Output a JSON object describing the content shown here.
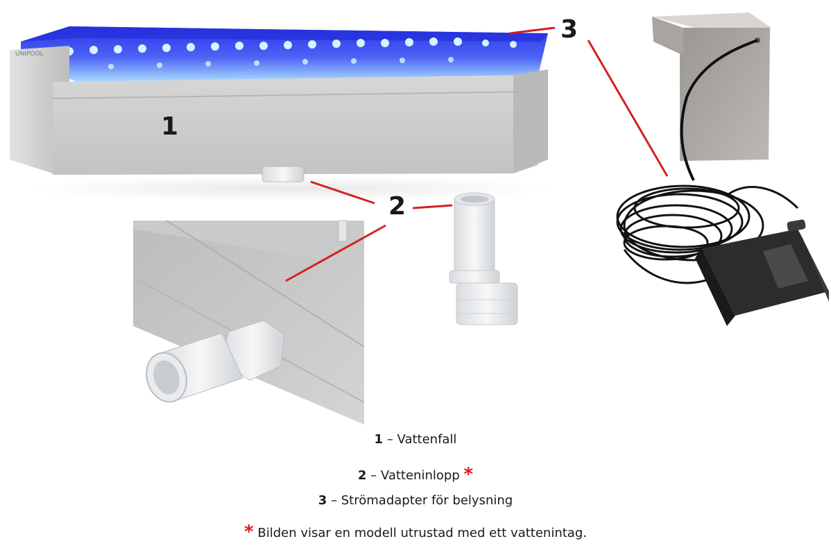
{
  "callouts": {
    "one": "1",
    "two": "2",
    "three": "3"
  },
  "brand_mark": "UNIPOOL",
  "legend": [
    {
      "num": "1",
      "text": " – Vattenfall"
    },
    {
      "num": "2",
      "text": " – Vatteninlopp",
      "mark": "*"
    },
    {
      "num": "3",
      "text": " – Strömadapter för belysning"
    }
  ],
  "footnote": {
    "mark": "*",
    "text": " Bilden visar en modell utrustad med ett vattenintag."
  },
  "colors": {
    "callout_line": "#d42020",
    "asterisk": "#e01a1a",
    "led_blue": "#3a4cf0",
    "steel": "#c9c9c9"
  }
}
